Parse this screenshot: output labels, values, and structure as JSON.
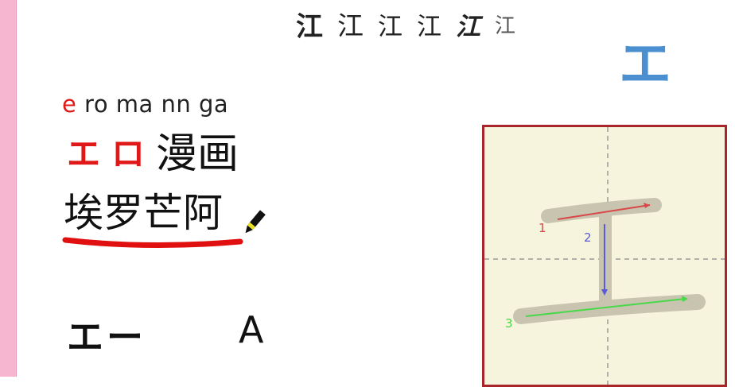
{
  "variants": [
    "江",
    "江",
    "江",
    "江",
    "江",
    "江"
  ],
  "katakana_large": "エ",
  "romaji": {
    "first": "e",
    "rest": " ro ma nn ga"
  },
  "kata_red": [
    "エ",
    "ロ"
  ],
  "kanji_manga": "漫画",
  "chinese_transliteration": "埃罗芒阿",
  "bottom": {
    "kata": "エー",
    "letter": "A"
  },
  "stroke_diagram": {
    "character": "工",
    "stroke_numbers": [
      "1",
      "2",
      "3"
    ],
    "stroke_colors": [
      "#d84848",
      "#5a5ad8",
      "#48d848"
    ]
  }
}
